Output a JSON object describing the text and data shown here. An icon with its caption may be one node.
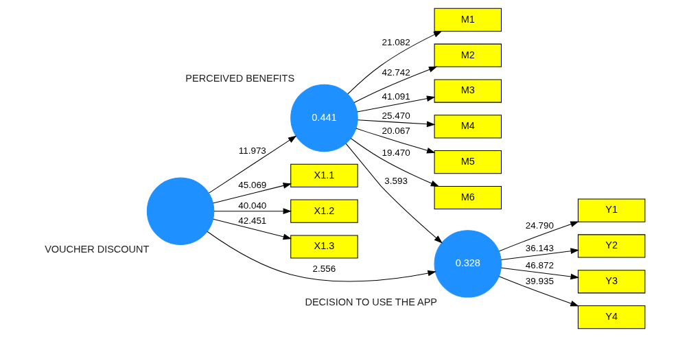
{
  "diagram": {
    "nodes": [
      {
        "text": [
          "M1"
        ]
      },
      {
        "text": [
          "M2"
        ]
      },
      {
        "text": [
          "M3"
        ]
      },
      {
        "text": [
          "M4"
        ]
      },
      {
        "text": [
          "M5"
        ]
      },
      {
        "text": [
          "M6"
        ]
      },
      {
        "text": [
          "0.441"
        ],
        "beside": [
          "PERCEIVED BENEFITS"
        ]
      },
      {
        "text": [
          "X1.1"
        ]
      },
      {
        "text": [
          "X1.2"
        ]
      },
      {
        "text": [
          "X1.3"
        ]
      },
      {
        "text": [],
        "shape": "circle",
        "beside": [
          "VOUCHER DISCOUNT"
        ]
      },
      {
        "text": [
          "0.328"
        ],
        "beside": [
          "DECISION TO USE THE APP"
        ]
      },
      {
        "text": [
          "Y1"
        ]
      },
      {
        "text": [
          "Y2"
        ]
      },
      {
        "text": [
          "Y3"
        ]
      },
      {
        "text": [
          "Y4"
        ]
      }
    ],
    "edges": [
      {
        "from": 6,
        "to": 0,
        "arrow": "to",
        "label": "21.082"
      },
      {
        "from": 6,
        "to": 1,
        "arrow": "to",
        "label": "42.742"
      },
      {
        "from": 6,
        "to": 2,
        "arrow": "to",
        "label": "41.091"
      },
      {
        "from": 6,
        "to": 3,
        "arrow": "to",
        "label": "25.470"
      },
      {
        "from": 6,
        "to": 4,
        "arrow": "to",
        "label": "20.067"
      },
      {
        "from": 6,
        "to": 5,
        "arrow": "to",
        "label": "19.470"
      },
      {
        "from": 10,
        "to": 7,
        "arrow": "to",
        "label": "45.069"
      },
      {
        "from": 10,
        "to": 8,
        "arrow": "to",
        "label": "40.040"
      },
      {
        "from": 10,
        "to": 9,
        "arrow": "to",
        "label": "42.451"
      },
      {
        "from": 10,
        "to": 6,
        "arrow": "to",
        "label": "11.973"
      },
      {
        "from": 6,
        "to": 11,
        "arrow": "to",
        "label": "3.593"
      },
      {
        "from": 10,
        "to": 11,
        "arrow": "to",
        "label": "2.556"
      },
      {
        "from": 11,
        "to": 12,
        "arrow": "to",
        "label": "24.790"
      },
      {
        "from": 11,
        "to": 13,
        "arrow": "to",
        "label": "36.143"
      },
      {
        "from": 11,
        "to": 14,
        "arrow": "to",
        "label": "46.872"
      },
      {
        "from": 11,
        "to": 15,
        "arrow": "to",
        "label": "39.935"
      }
    ]
  }
}
